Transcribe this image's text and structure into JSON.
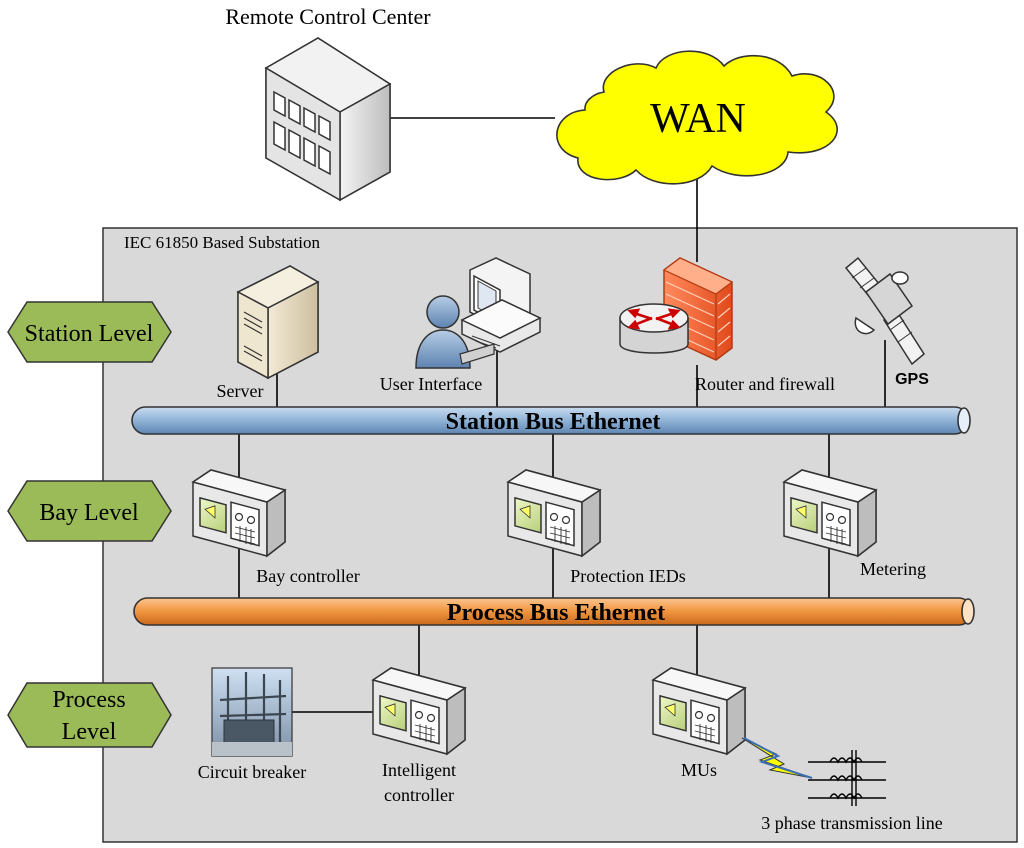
{
  "remote_control_center": {
    "label": "Remote Control Center"
  },
  "wan": {
    "label": "WAN"
  },
  "substation": {
    "title": "IEC 61850 Based Substation"
  },
  "levels": {
    "station": {
      "label": "Station Level"
    },
    "bay": {
      "label": "Bay Level"
    },
    "process": {
      "label_line1": "Process",
      "label_line2": "Level"
    }
  },
  "station_devices": {
    "server": "Server",
    "user_interface": "User Interface",
    "router_firewall": "Router and firewall",
    "gps": "GPS"
  },
  "buses": {
    "station": {
      "label": "Station Bus Ethernet",
      "color": "#8fb2d6"
    },
    "process": {
      "label": "Process Bus Ethernet",
      "color": "#f0953f"
    }
  },
  "bay_devices": {
    "bay_controller": "Bay controller",
    "protection_ieds": "Protection IEDs",
    "metering": "Metering"
  },
  "process_devices": {
    "circuit_breaker": "Circuit breaker",
    "intelligent_controller_line1": "Intelligent",
    "intelligent_controller_line2": "controller",
    "mus": "MUs",
    "transmission_line": "3 phase transmission line"
  },
  "colors": {
    "level_badge": "#9bbb59",
    "wan_cloud": "#ffff00",
    "substation_bg": "#d9d9d9"
  }
}
